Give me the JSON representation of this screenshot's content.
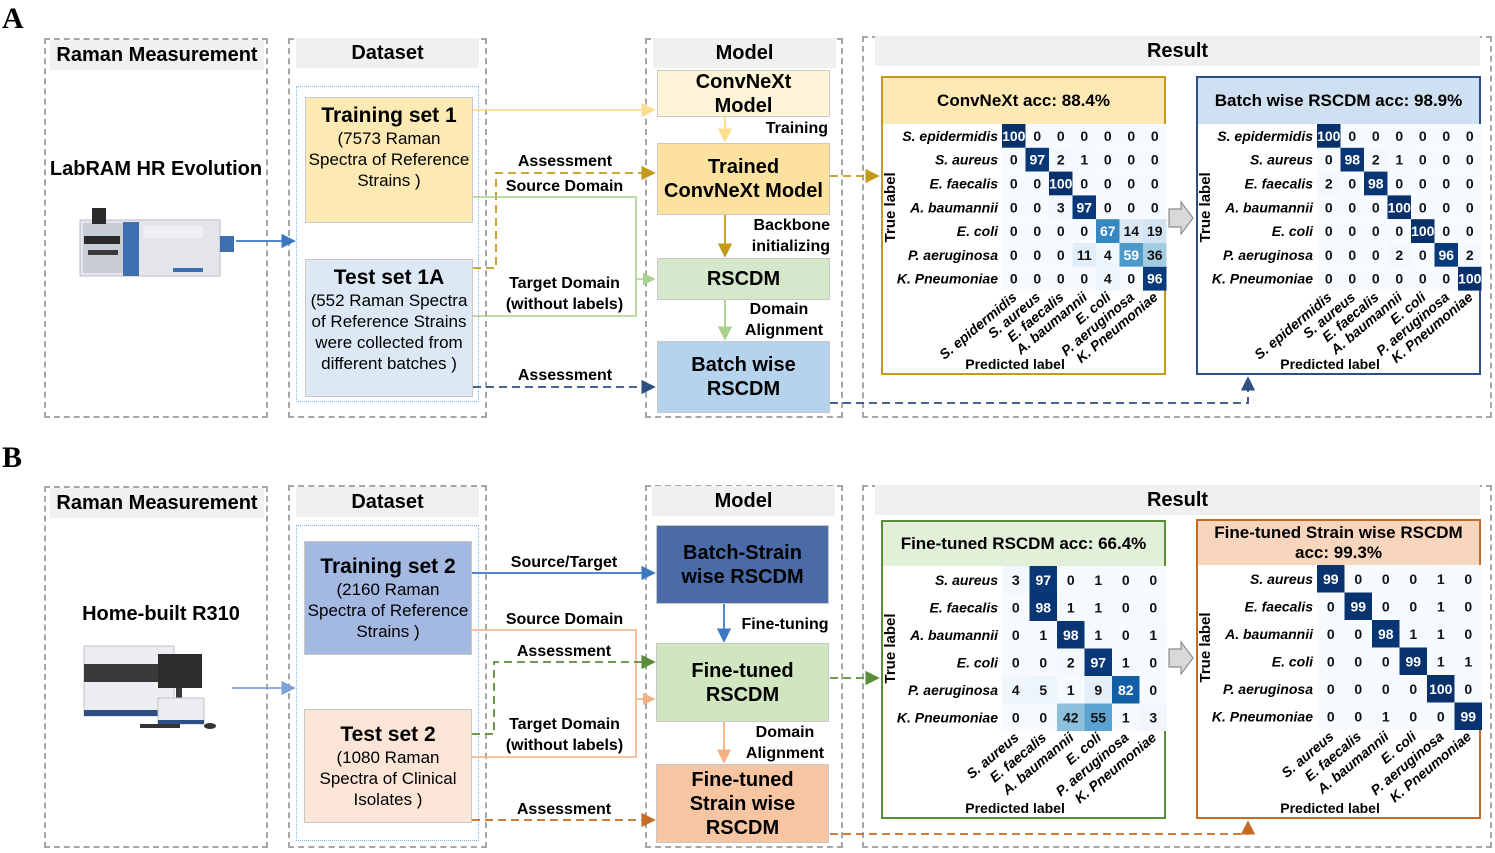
{
  "panels": {
    "A": {
      "letter": "A",
      "raman": {
        "header": "Raman Measurement",
        "instrument": "LabRAM HR Evolution"
      },
      "dataset": {
        "header": "Dataset",
        "training": {
          "title": "Training set 1",
          "desc": [
            "(7573 Raman",
            "Spectra of Reference",
            "Strains )"
          ]
        },
        "test": {
          "title": "Test set 1A",
          "desc": [
            "(552 Raman Spectra",
            "of Reference Strains",
            "were collected from",
            "different batches )"
          ]
        }
      },
      "model": {
        "header": "Model",
        "boxes": [
          "ConvNeXt Model",
          "Trained ConvNeXt Model",
          "RSCDM",
          "Batch wise RSCDM"
        ],
        "box_lines": [
          [
            "ConvNeXt",
            "Model"
          ],
          [
            "Trained",
            "ConvNeXt Model"
          ],
          [
            "RSCDM"
          ],
          [
            "Batch wise",
            "RSCDM"
          ]
        ],
        "step_labels": {
          "training": "Training",
          "backbone": [
            "Backbone",
            "initializing"
          ],
          "alignment": [
            "Domain",
            "Alignment"
          ]
        }
      },
      "flow_labels": {
        "assessment1": "Assessment",
        "source": "Source Domain",
        "target": [
          "Target Domain",
          "(without labels)"
        ],
        "assessment2": "Assessment"
      },
      "result": {
        "header": "Result"
      }
    },
    "B": {
      "letter": "B",
      "raman": {
        "header": "Raman Measurement",
        "instrument": "Home-built R310"
      },
      "dataset": {
        "header": "Dataset",
        "training": {
          "title": "Training set 2",
          "desc": [
            "(2160 Raman",
            "Spectra of Reference",
            "Strains )"
          ]
        },
        "test": {
          "title": "Test set 2",
          "desc": [
            "(1080 Raman",
            "Spectra of Clinical",
            "Isolates )"
          ]
        }
      },
      "model": {
        "header": "Model",
        "box_lines": [
          [
            "Batch-Strain",
            "wise RSCDM"
          ],
          [
            "Fine-tuned",
            "RSCDM"
          ],
          [
            "Fine-tuned",
            "Strain wise",
            "RSCDM"
          ]
        ],
        "step_labels": {
          "finetuning": "Fine-tuning",
          "alignment": [
            "Domain",
            "Alignment"
          ]
        }
      },
      "flow_labels": {
        "source_target": "Source/Target",
        "source": "Source Domain",
        "assessment1": "Assessment",
        "target": [
          "Target Domain",
          "(without labels)"
        ],
        "assessment2": "Assessment"
      },
      "result": {
        "header": "Result"
      }
    }
  },
  "colors": {
    "training1": "#fde9b3",
    "test1": "#dce9f5",
    "convnext": "#fef4d8",
    "trained": "#fde19e",
    "rscdm": "#d6e8cc",
    "batchwise": "#b6d3ee",
    "training2": "#a3b9e2",
    "test2": "#fbe5d6",
    "batchstrain": "#4a6aa8",
    "finetuned": "#cfe6c0",
    "strainwise": "#f8c5a3",
    "gold": "#c39a1a",
    "lightgold": "#fddd8d",
    "green": "#8fc77a",
    "navy": "#2e4f84",
    "blue": "#3a78c1",
    "orange": "#f4b183",
    "darkorange": "#c66a24",
    "darkgreen": "#5a8d3a"
  },
  "chart_data": [
    {
      "type": "heatmap",
      "title": "ConvNeXt acc: 88.4%",
      "xlabel": "Predicted label",
      "ylabel": "True label",
      "rows": [
        "S. epidermidis",
        "S. aureus",
        "E. faecalis",
        "A. baumannii",
        "E. coli",
        "P. aeruginosa",
        "K. Pneumoniae"
      ],
      "cols": [
        "S. epidermidis",
        "S. aureus",
        "E. faecalis",
        "A. baumannii",
        "E. coli",
        "P. aeruginosa",
        "K. Pneumoniae"
      ],
      "values": [
        [
          100,
          0,
          0,
          0,
          0,
          0,
          0
        ],
        [
          0,
          97,
          2,
          1,
          0,
          0,
          0
        ],
        [
          0,
          0,
          100,
          0,
          0,
          0,
          0
        ],
        [
          0,
          0,
          3,
          97,
          0,
          0,
          0
        ],
        [
          0,
          0,
          0,
          0,
          67,
          14,
          19
        ],
        [
          0,
          0,
          0,
          11,
          4,
          59,
          36
        ],
        [
          0,
          0,
          0,
          0,
          4,
          0,
          96
        ]
      ],
      "range": [
        0,
        100
      ],
      "header_color": "#fde9b3",
      "border_color": "#c39a1a"
    },
    {
      "type": "heatmap",
      "title": "Batch wise RSCDM acc: 98.9%",
      "xlabel": "Predicted label",
      "ylabel": "True label",
      "rows": [
        "S. epidermidis",
        "S. aureus",
        "E. faecalis",
        "A. baumannii",
        "E. coli",
        "P. aeruginosa",
        "K. Pneumoniae"
      ],
      "cols": [
        "S. epidermidis",
        "S. aureus",
        "E. faecalis",
        "A. baumannii",
        "E. coli",
        "P. aeruginosa",
        "K. Pneumoniae"
      ],
      "values": [
        [
          100,
          0,
          0,
          0,
          0,
          0,
          0
        ],
        [
          0,
          98,
          2,
          1,
          0,
          0,
          0
        ],
        [
          2,
          0,
          98,
          0,
          0,
          0,
          0
        ],
        [
          0,
          0,
          0,
          100,
          0,
          0,
          0
        ],
        [
          0,
          0,
          0,
          0,
          100,
          0,
          0
        ],
        [
          0,
          0,
          0,
          2,
          0,
          96,
          2
        ],
        [
          0,
          0,
          0,
          0,
          0,
          0,
          100
        ]
      ],
      "range": [
        0,
        100
      ],
      "header_color": "#cfe0f2",
      "border_color": "#2e4f84"
    },
    {
      "type": "heatmap",
      "title": "Fine-tuned RSCDM acc: 66.4%",
      "xlabel": "Predicted label",
      "ylabel": "True label",
      "rows": [
        "S. aureus",
        "E. faecalis",
        "A. baumannii",
        "E. coli",
        "P. aeruginosa",
        "K. Pneumoniae"
      ],
      "cols": [
        "S. aureus",
        "E. faecalis",
        "A. baumannii",
        "E. coli",
        "P. aeruginosa",
        "K. Pneumoniae"
      ],
      "values": [
        [
          3,
          97,
          0,
          1,
          0,
          0
        ],
        [
          0,
          98,
          1,
          1,
          0,
          0
        ],
        [
          0,
          1,
          98,
          1,
          0,
          1
        ],
        [
          0,
          0,
          2,
          97,
          1,
          0
        ],
        [
          4,
          5,
          1,
          9,
          82,
          0
        ],
        [
          0,
          0,
          42,
          55,
          1,
          3
        ]
      ],
      "range": [
        0,
        100
      ],
      "header_color": "#e2efd9",
      "border_color": "#5a8d3a"
    },
    {
      "type": "heatmap",
      "title": "Fine-tuned Strain wise RSCDM acc: 99.3%",
      "title_lines": [
        "Fine-tuned Strain wise RSCDM",
        "acc: 99.3%"
      ],
      "xlabel": "Predicted label",
      "ylabel": "True label",
      "rows": [
        "S. aureus",
        "E. faecalis",
        "A. baumannii",
        "E. coli",
        "P. aeruginosa",
        "K. Pneumoniae"
      ],
      "cols": [
        "S. aureus",
        "E. faecalis",
        "A. baumannii",
        "E. coli",
        "P. aeruginosa",
        "K. Pneumoniae"
      ],
      "values": [
        [
          99,
          0,
          0,
          0,
          1,
          0
        ],
        [
          0,
          99,
          0,
          0,
          1,
          0
        ],
        [
          0,
          0,
          98,
          1,
          1,
          0
        ],
        [
          0,
          0,
          0,
          99,
          1,
          1
        ],
        [
          0,
          0,
          0,
          0,
          100,
          0
        ],
        [
          0,
          0,
          1,
          0,
          0,
          99
        ]
      ],
      "range": [
        0,
        100
      ],
      "header_color": "#f8d5bd",
      "border_color": "#c66a24"
    }
  ]
}
